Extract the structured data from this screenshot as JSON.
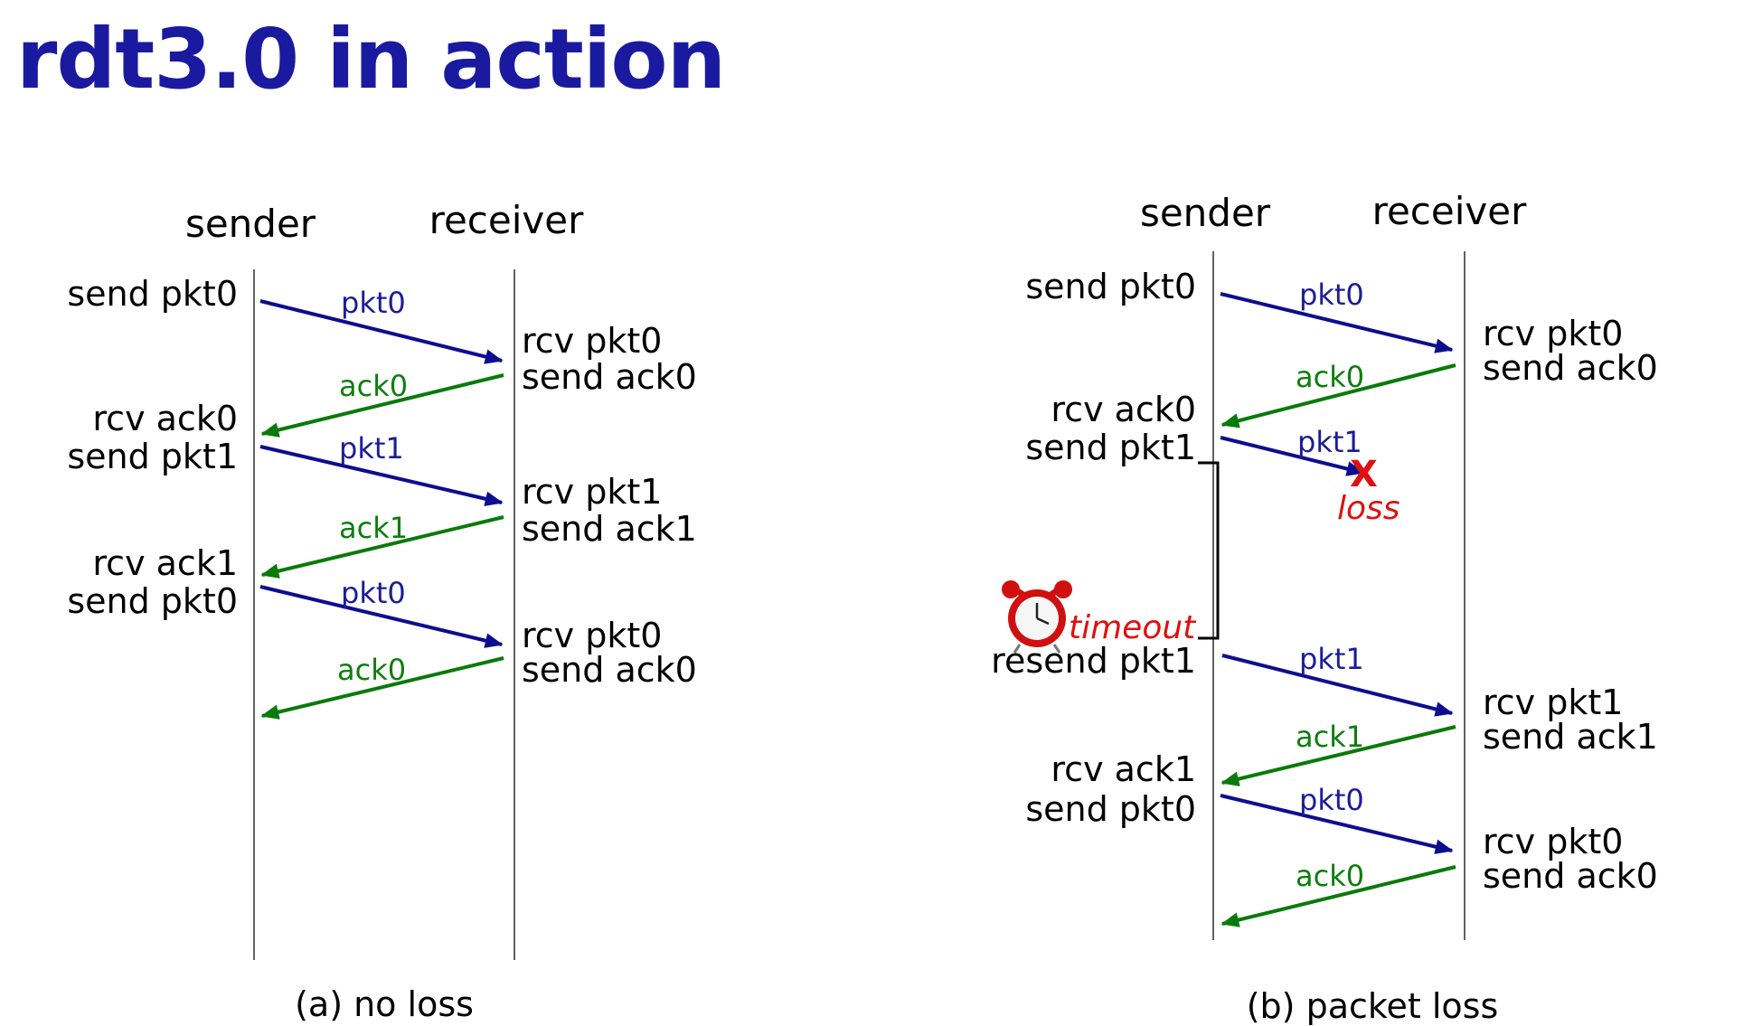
{
  "title": "rdt3.0 in action",
  "colors": {
    "title": "#1a1aa0",
    "pkt": "#0d0d8f",
    "ack": "#0a7a0a",
    "loss": "#e01010"
  },
  "panel_a": {
    "sender": "sender",
    "receiver": "receiver",
    "caption": "(a) no loss",
    "sender_events": [
      "send pkt0",
      "rcv ack0",
      "send pkt1",
      "rcv ack1",
      "send pkt0"
    ],
    "receiver_events": [
      "rcv pkt0",
      "send ack0",
      "rcv pkt1",
      "send ack1",
      "rcv pkt0",
      "send ack0"
    ],
    "messages": [
      "pkt0",
      "ack0",
      "pkt1",
      "ack1",
      "pkt0",
      "ack0"
    ]
  },
  "panel_b": {
    "sender": "sender",
    "receiver": "receiver",
    "caption": "(b) packet loss",
    "sender_events": [
      "send pkt0",
      "rcv ack0",
      "send pkt1",
      "resend pkt1",
      "rcv ack1",
      "send pkt0"
    ],
    "receiver_events": [
      "rcv pkt0",
      "send ack0",
      "rcv pkt1",
      "send ack1",
      "rcv pkt0",
      "send ack0"
    ],
    "messages": [
      "pkt0",
      "ack0",
      "pkt1",
      "pkt1",
      "ack1",
      "pkt0",
      "ack0"
    ],
    "loss_mark": "X",
    "loss_label": "loss",
    "timeout_label": "timeout",
    "timer_icon": "alarm-clock-icon"
  }
}
